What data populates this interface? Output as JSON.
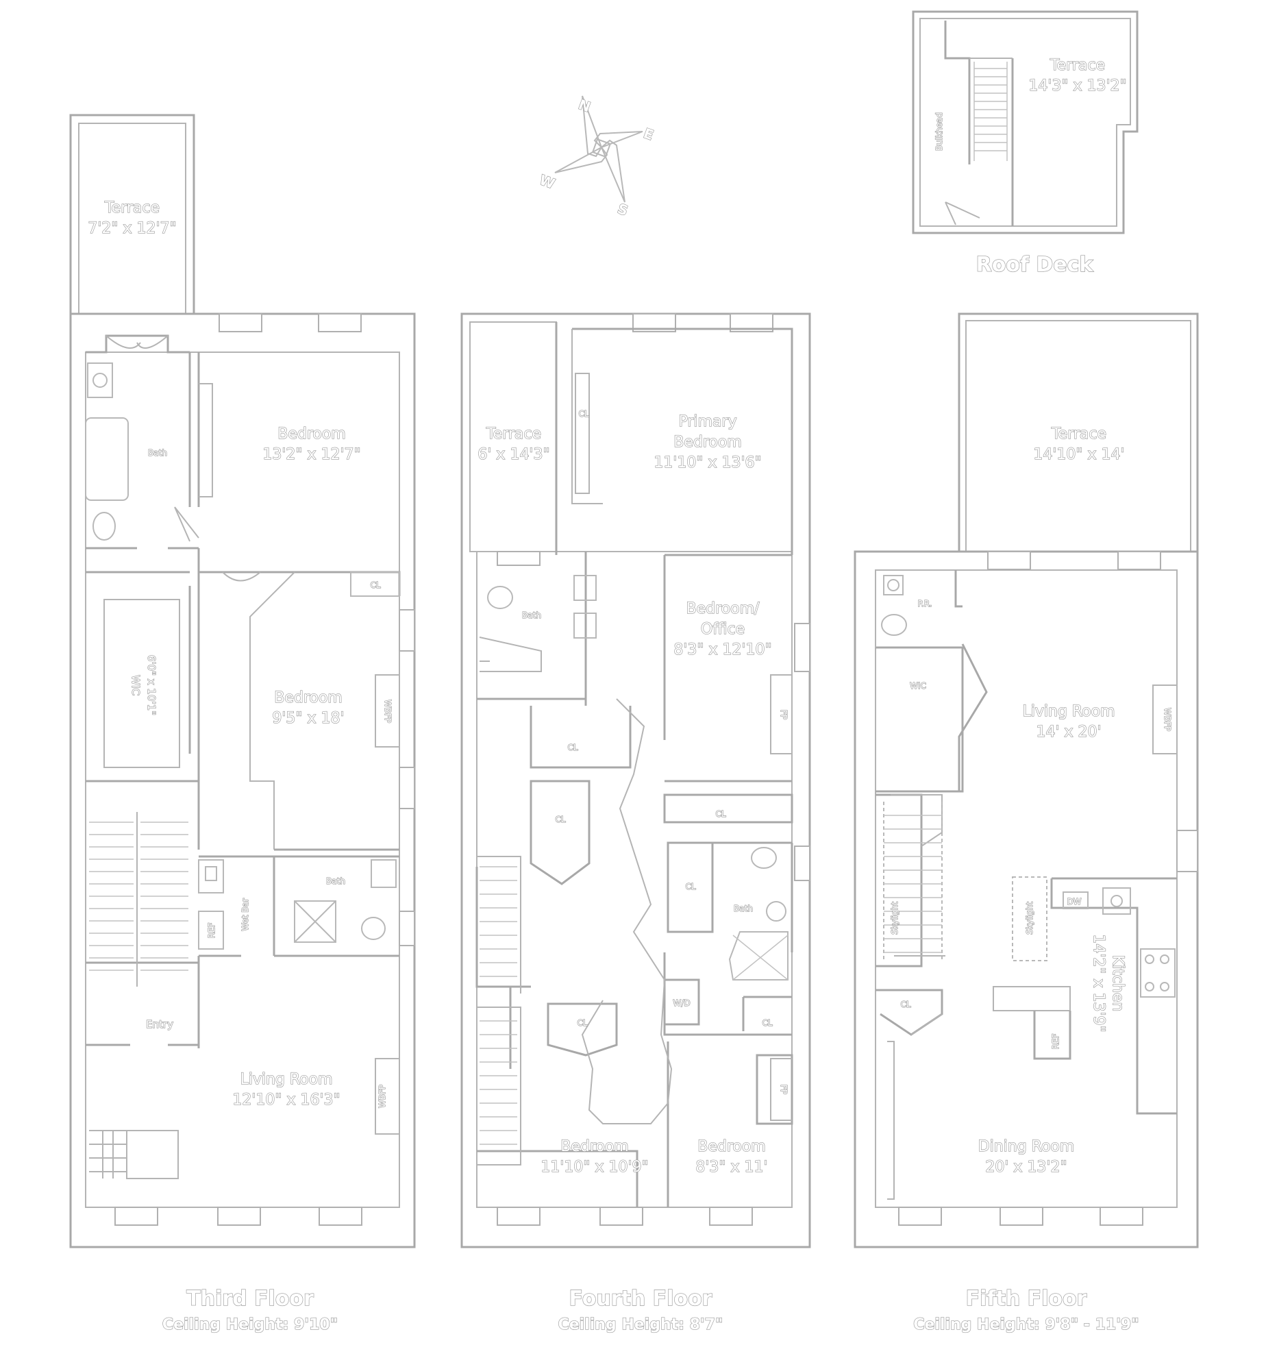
{
  "compass": {
    "n": "N",
    "e": "E",
    "s": "S",
    "w": "W"
  },
  "third_floor": {
    "title": "Third Floor",
    "ceiling": "Ceiling Height: 9'10\"",
    "terrace": {
      "name": "Terrace",
      "dims": "7'2\" x 12'7\""
    },
    "bath_1": "Bath",
    "wic": {
      "name": "WIC",
      "dims": "6'0\" x 10'1\""
    },
    "bedroom_1": {
      "name": "Bedroom",
      "dims": "13'2\" x 12'7\""
    },
    "bedroom_2": {
      "name": "Bedroom",
      "dims": "9'5\" x 18'"
    },
    "closet": "CL",
    "wbfp": "WBFP",
    "bath_2": "Bath",
    "wet_bar": "Wet Bar",
    "refr": "REF",
    "entry": "Entry",
    "living": {
      "name": "Living Room",
      "dims": "12'10\" x 16'3\""
    }
  },
  "fourth_floor": {
    "title": "Fourth Floor",
    "ceiling": "Ceiling Height: 8'7\"",
    "terrace": {
      "name": "Terrace",
      "dims": "6' x 14'3\""
    },
    "primary": {
      "name1": "Primary",
      "name2": "Bedroom",
      "dims": "11'10\" x 13'6\""
    },
    "office": {
      "name1": "Bedroom/",
      "name2": "Office",
      "dims": "8'3\" x 12'10\""
    },
    "bath_1": "Bath",
    "bath_2": "Bath",
    "closet": "CL",
    "wo": "W/D",
    "fp": "FP",
    "bedroom_1": {
      "name": "Bedroom",
      "dims": "11'10\" x 10'9\""
    },
    "bedroom_2": {
      "name": "Bedroom",
      "dims": "8'3\" x 11'"
    }
  },
  "fifth_floor": {
    "title": "Fifth Floor",
    "ceiling": "Ceiling Height: 9'8\" - 11'9\"",
    "terrace": {
      "name": "Terrace",
      "dims": "14'10\" x 14'"
    },
    "pr": "P.R.",
    "wic": "WIC",
    "living": {
      "name": "Living Room",
      "dims": "14' x 20'"
    },
    "wbfp": "WBFP",
    "skylight": "Skylight",
    "dw": "DW",
    "kitchen": {
      "name": "Kitchen",
      "dims": "14'2\" x 13'9\""
    },
    "refr": "REF",
    "closet": "CL",
    "dining": {
      "name": "Dining Room",
      "dims": "20' x 13'2\""
    }
  },
  "roof_deck": {
    "title": "Roof Deck",
    "terrace": {
      "name": "Terrace",
      "dims": "14'3\" x 13'2\""
    },
    "bulkhead": "Bulkhead"
  }
}
